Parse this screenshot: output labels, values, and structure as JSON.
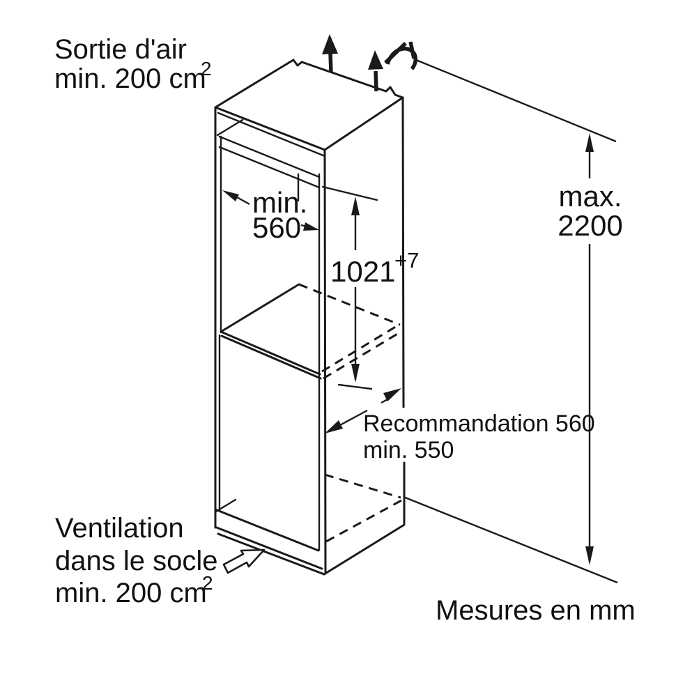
{
  "unit_note": "Mesures en mm",
  "air_outlet": {
    "line1": "Sortie d'air",
    "line2": "min. 200 cm",
    "sup": "2"
  },
  "base_ventilation": {
    "line1": "Ventilation",
    "line2": "dans le socle",
    "line3": "min. 200 cm",
    "sup": "2"
  },
  "niche_width": {
    "line1": "min.",
    "line2": "560"
  },
  "niche_height": {
    "value": "1021",
    "tolerance": "+7"
  },
  "max_height": {
    "line1": "max.",
    "line2": "2200"
  },
  "depth": {
    "recommended": "Recommandation 560",
    "minimum": "min. 550"
  },
  "colors": {
    "line": "#1a1a1a",
    "background": "#ffffff"
  }
}
